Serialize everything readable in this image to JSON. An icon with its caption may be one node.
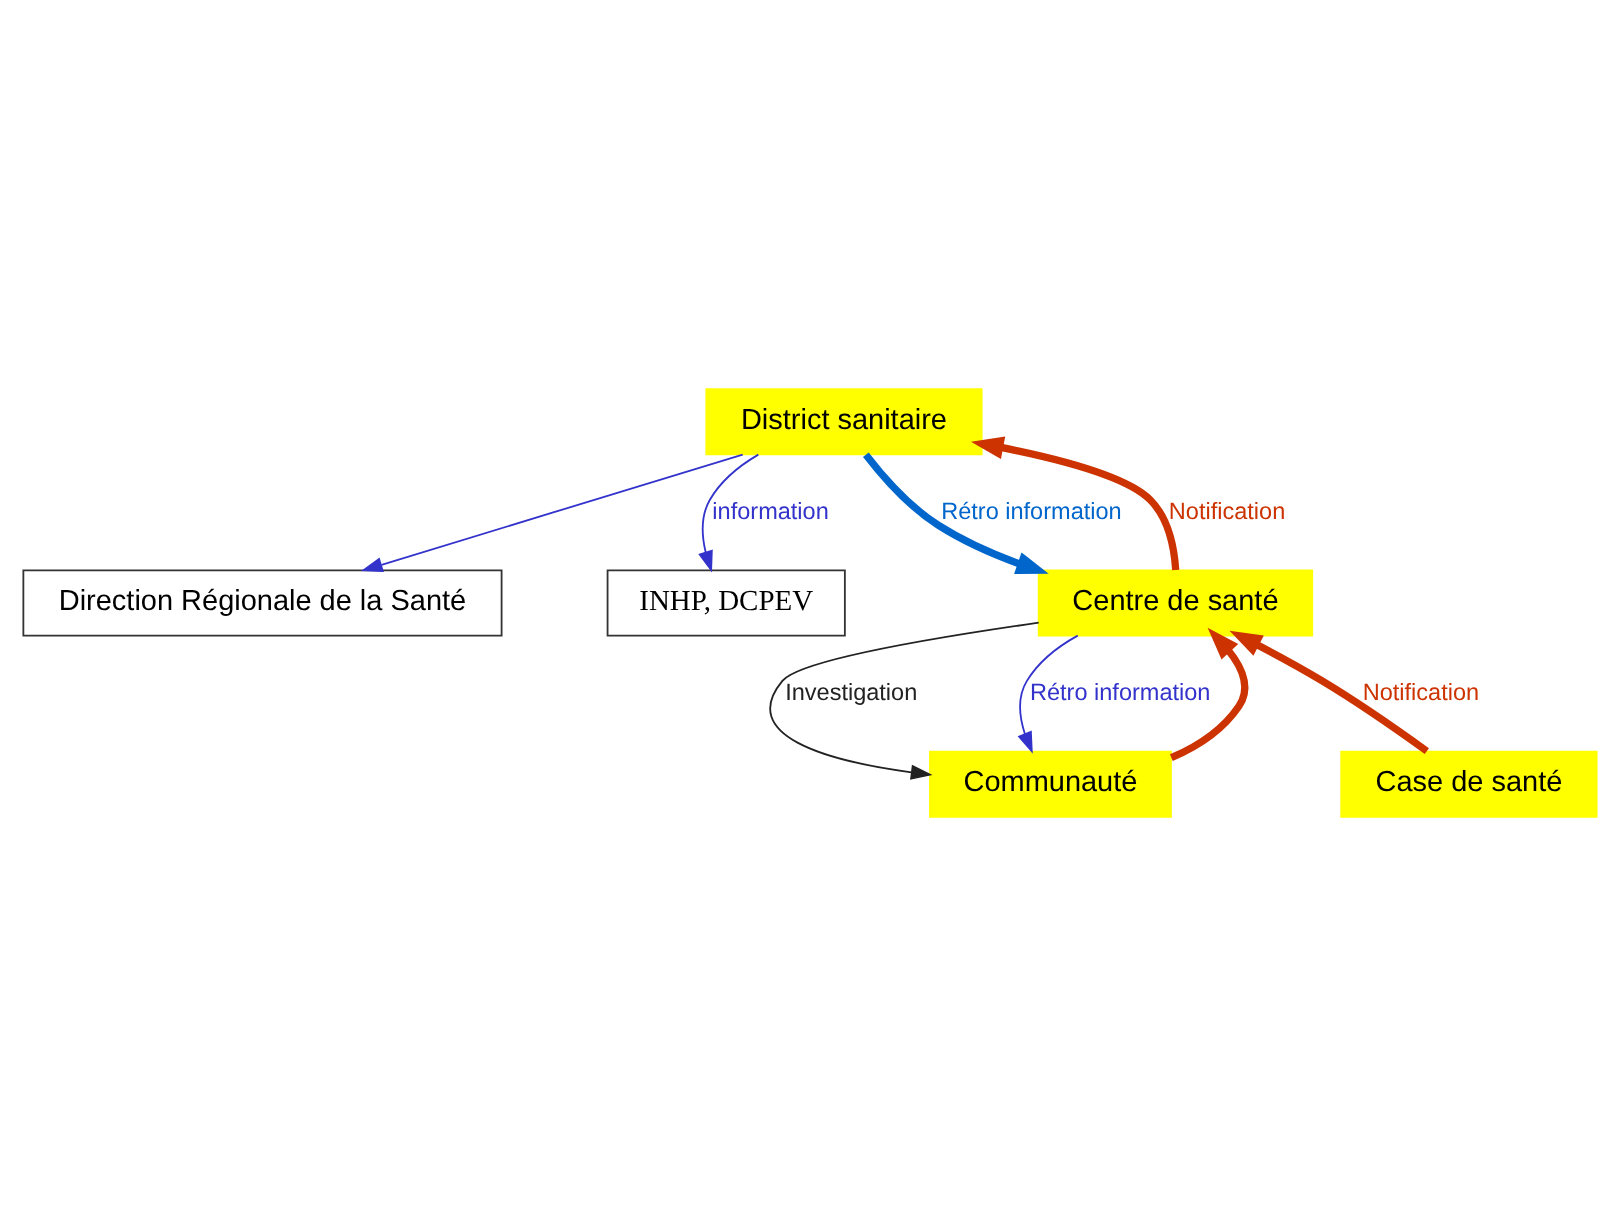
{
  "diagram": {
    "nodes": [
      {
        "text": [
          "Direction Régionale de la Santé"
        ]
      },
      {
        "text": [
          "INHP, DCPEV"
        ]
      },
      {
        "text": [
          "District sanitaire"
        ]
      },
      {
        "text": [
          "Centre de santé"
        ]
      },
      {
        "text": [
          "Case de santé"
        ]
      },
      {
        "text": [
          "Communauté"
        ]
      }
    ],
    "edges": [
      {
        "from": 2,
        "to": 0,
        "arrow": "to"
      },
      {
        "from": 2,
        "to": 1,
        "arrow": "to",
        "label": "information"
      },
      {
        "from": 3,
        "to": 2,
        "arrow": "to",
        "label": "Notification",
        "style": "thick",
        "color": "#cc3300"
      },
      {
        "from": 2,
        "to": 3,
        "arrow": "to",
        "label": "Rétro information",
        "style": "thick",
        "color": "#0066cc"
      },
      {
        "from": 4,
        "to": 3,
        "arrow": "to",
        "label": "Notification",
        "style": "thick",
        "color": "#cc3300"
      },
      {
        "from": 5,
        "to": 3,
        "arrow": "to",
        "style": "thick",
        "color": "#cc3300"
      },
      {
        "from": 3,
        "to": 5,
        "arrow": "to",
        "label": "Investigation",
        "color": "#222222"
      },
      {
        "from": 3,
        "to": 5,
        "arrow": "to",
        "label": "Rétro information"
      }
    ]
  }
}
